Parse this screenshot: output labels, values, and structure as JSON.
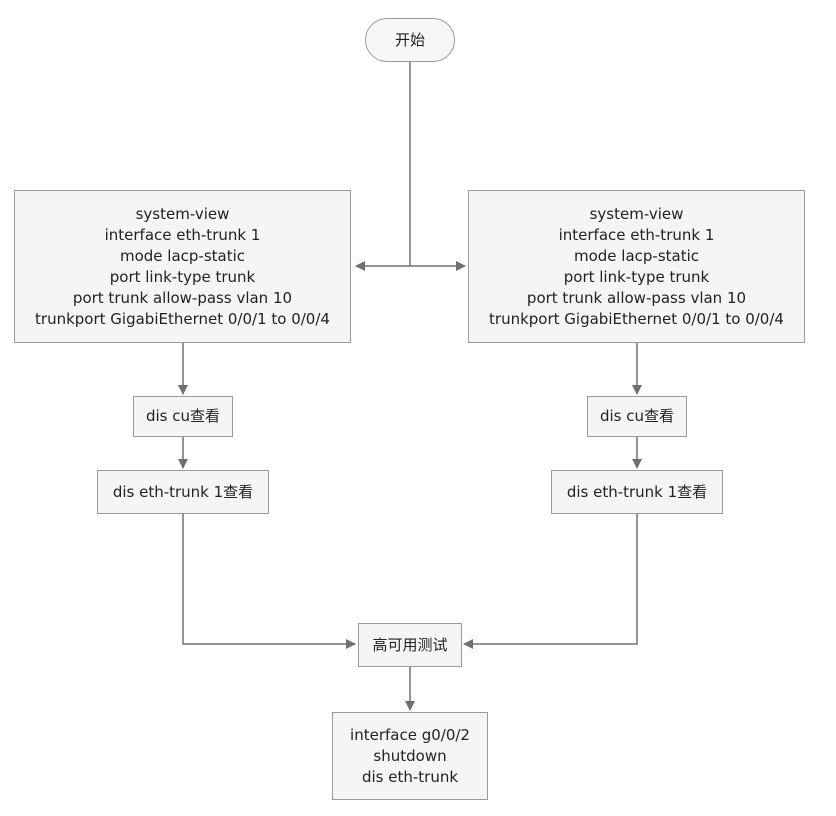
{
  "nodes": {
    "start": {
      "label": "开始"
    },
    "left_config": {
      "lines": [
        "system-view",
        "interface eth-trunk 1",
        "mode lacp-static",
        "port link-type trunk",
        "port trunk allow-pass vlan 10",
        "trunkport GigabiEthernet 0/0/1 to 0/0/4"
      ]
    },
    "right_config": {
      "lines": [
        "system-view",
        "interface eth-trunk 1",
        "mode lacp-static",
        "port link-type trunk",
        "port trunk allow-pass vlan 10",
        "trunkport GigabiEthernet 0/0/1 to 0/0/4"
      ]
    },
    "left_dis_cu": {
      "label": "dis cu查看"
    },
    "right_dis_cu": {
      "label": "dis cu查看"
    },
    "left_dis_trunk": {
      "label": "dis eth-trunk 1查看"
    },
    "right_dis_trunk": {
      "label": "dis eth-trunk 1查看"
    },
    "ha_test": {
      "label": "高可用测试"
    },
    "shutdown_box": {
      "lines": [
        "interface g0/0/2",
        "shutdown",
        "dis eth-trunk"
      ]
    }
  },
  "colors": {
    "node_fill": "#f5f5f5",
    "node_border": "#9a9a9a",
    "edge": "#707070",
    "text": "#222222"
  }
}
